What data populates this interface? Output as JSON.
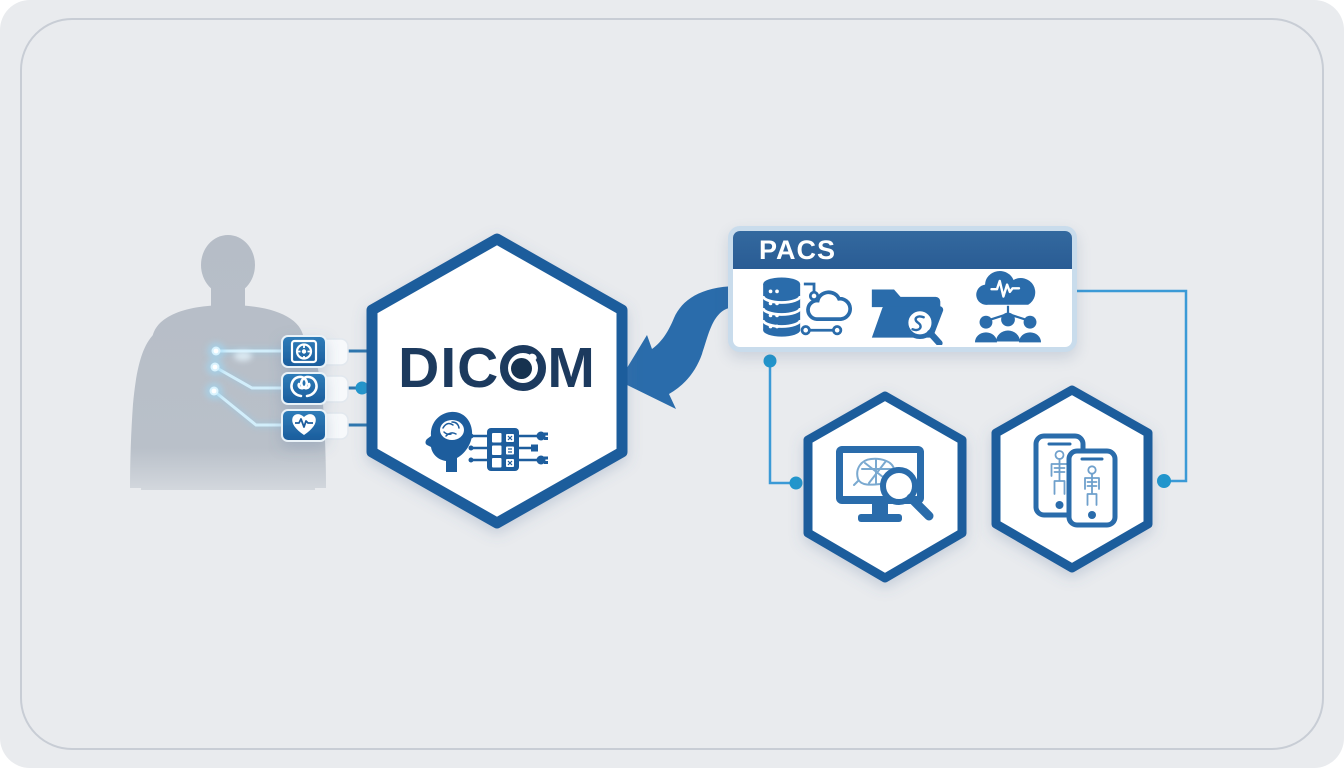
{
  "page_title": "DICOM and PACS medical imaging data flow diagram",
  "nodes": {
    "patient": {
      "name": "patient-silhouette",
      "modalities": [
        "ct-scan",
        "mri-brain",
        "ecg-heart"
      ]
    },
    "dicom": {
      "label": "DICOM",
      "label_pre": "DIC",
      "label_post": "M",
      "sub_icon": "ai-head-data-processing"
    },
    "pacs": {
      "label": "PACS",
      "icons": [
        "database-cloud-archive",
        "folder-search",
        "cloud-pulse-user-sharing"
      ]
    },
    "workstation": {
      "icon": "monitor-brain-magnifier"
    },
    "mobile": {
      "icon": "dual-smartphones-body-scan"
    }
  },
  "colors": {
    "background": "#e9ebee",
    "primary_blue": "#1f5d9c",
    "icon_blue": "#2a6cab",
    "accent_line_blue": "#3b9ad6",
    "dot_blue": "#2196cd",
    "navy_text": "#1c3a5e",
    "pacs_header_blue": "#2b5f9c",
    "silhouette_gray": "#b9c0c9"
  }
}
